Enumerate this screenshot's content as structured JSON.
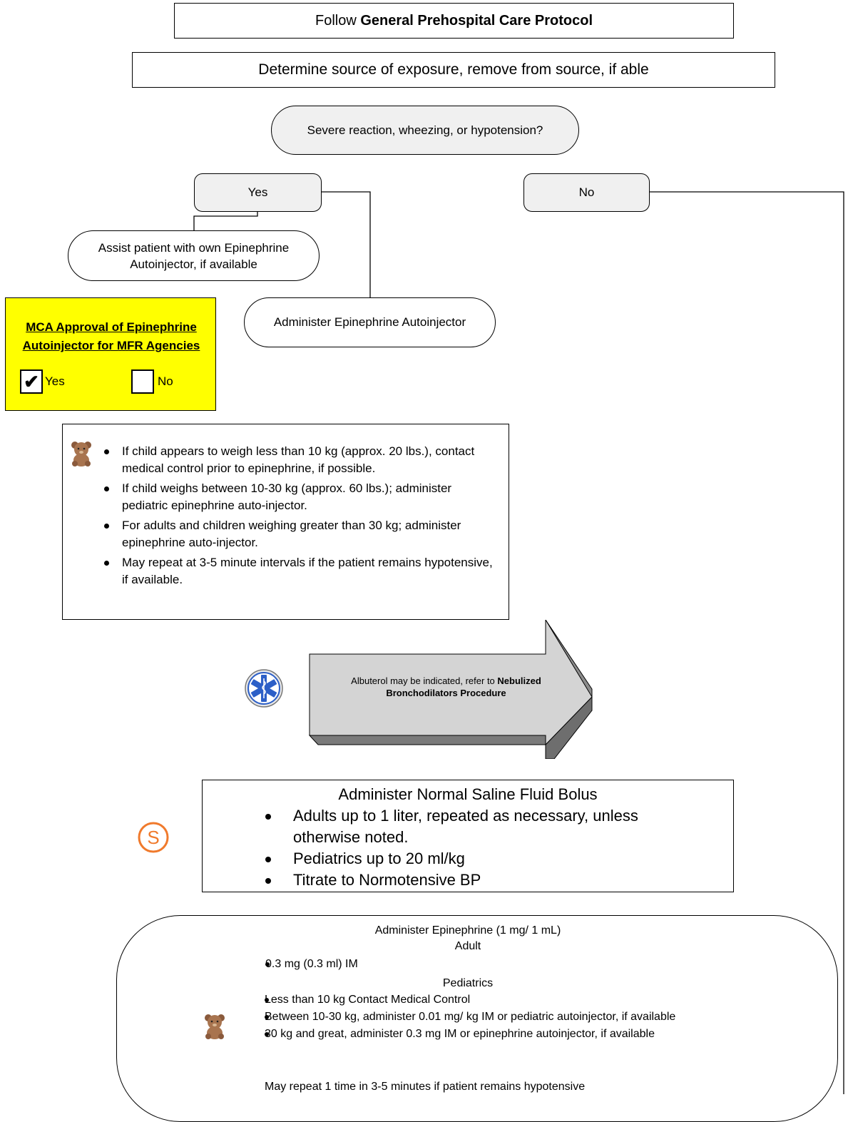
{
  "header": {
    "prefix": "Follow ",
    "protocol": "General Prehospital Care Protocol"
  },
  "step_source": "Determine source of exposure, remove from source, if able",
  "decision": "Severe reaction, wheezing, or hypotension?",
  "yes_label": "Yes",
  "no_label": "No",
  "assist_own": "Assist patient with own Epinephrine Autoinjector, if available",
  "administer_auto": "Administer Epinephrine Autoinjector",
  "mca": {
    "title": "MCA Approval of Epinephrine Autoinjector for MFR Agencies",
    "yes": "Yes",
    "no": "No",
    "yes_checked": true,
    "color": "#ffff00"
  },
  "peds_notes": [
    "If child appears to weigh less than 10 kg (approx. 20 lbs.), contact medical control prior to epinephrine, if possible.",
    "If child weighs between 10-30 kg (approx. 60 lbs.); administer pediatric epinephrine auto-injector.",
    "For adults and children weighing greater than 30 kg; administer epinephrine auto-injector.",
    "May repeat at 3-5 minute intervals if the patient remains hypotensive, if available."
  ],
  "albuterol": {
    "text": "Albuterol may be indicated, refer to ",
    "procedure": "Nebulized Bronchodilators Procedure"
  },
  "saline": {
    "title": "Administer Normal Saline Fluid Bolus",
    "items": [
      "Adults up to 1 liter, repeated as necessary, unless otherwise noted.",
      "Pediatrics up to 20 ml/kg",
      "Titrate to Normotensive BP"
    ]
  },
  "epi": {
    "title": "Administer Epinephrine (1 mg/ 1 mL)",
    "adult_heading": "Adult",
    "adult_items": [
      "0.3 mg (0.3 ml) IM"
    ],
    "peds_heading": "Pediatrics",
    "peds_items": [
      "Less than 10 kg Contact Medical Control",
      "Between 10-30 kg, administer 0.01 mg/ kg IM or pediatric autoinjector, if available",
      "30 kg and great, administer 0.3 mg IM or epinephrine autoinjector, if available"
    ],
    "repeat": "May repeat 1 time in 3-5 minutes if patient remains hypotensive"
  },
  "icons": {
    "pediatric": "teddy-bear-icon",
    "ems": "star-of-life-icon",
    "specialist": "s-circle-icon"
  },
  "colors": {
    "star_of_life": "#2c5fc7",
    "specialist": "#f07a2c",
    "arrow_fill": "#d4d4d4",
    "arrow_shade": "#8c8c8c"
  }
}
